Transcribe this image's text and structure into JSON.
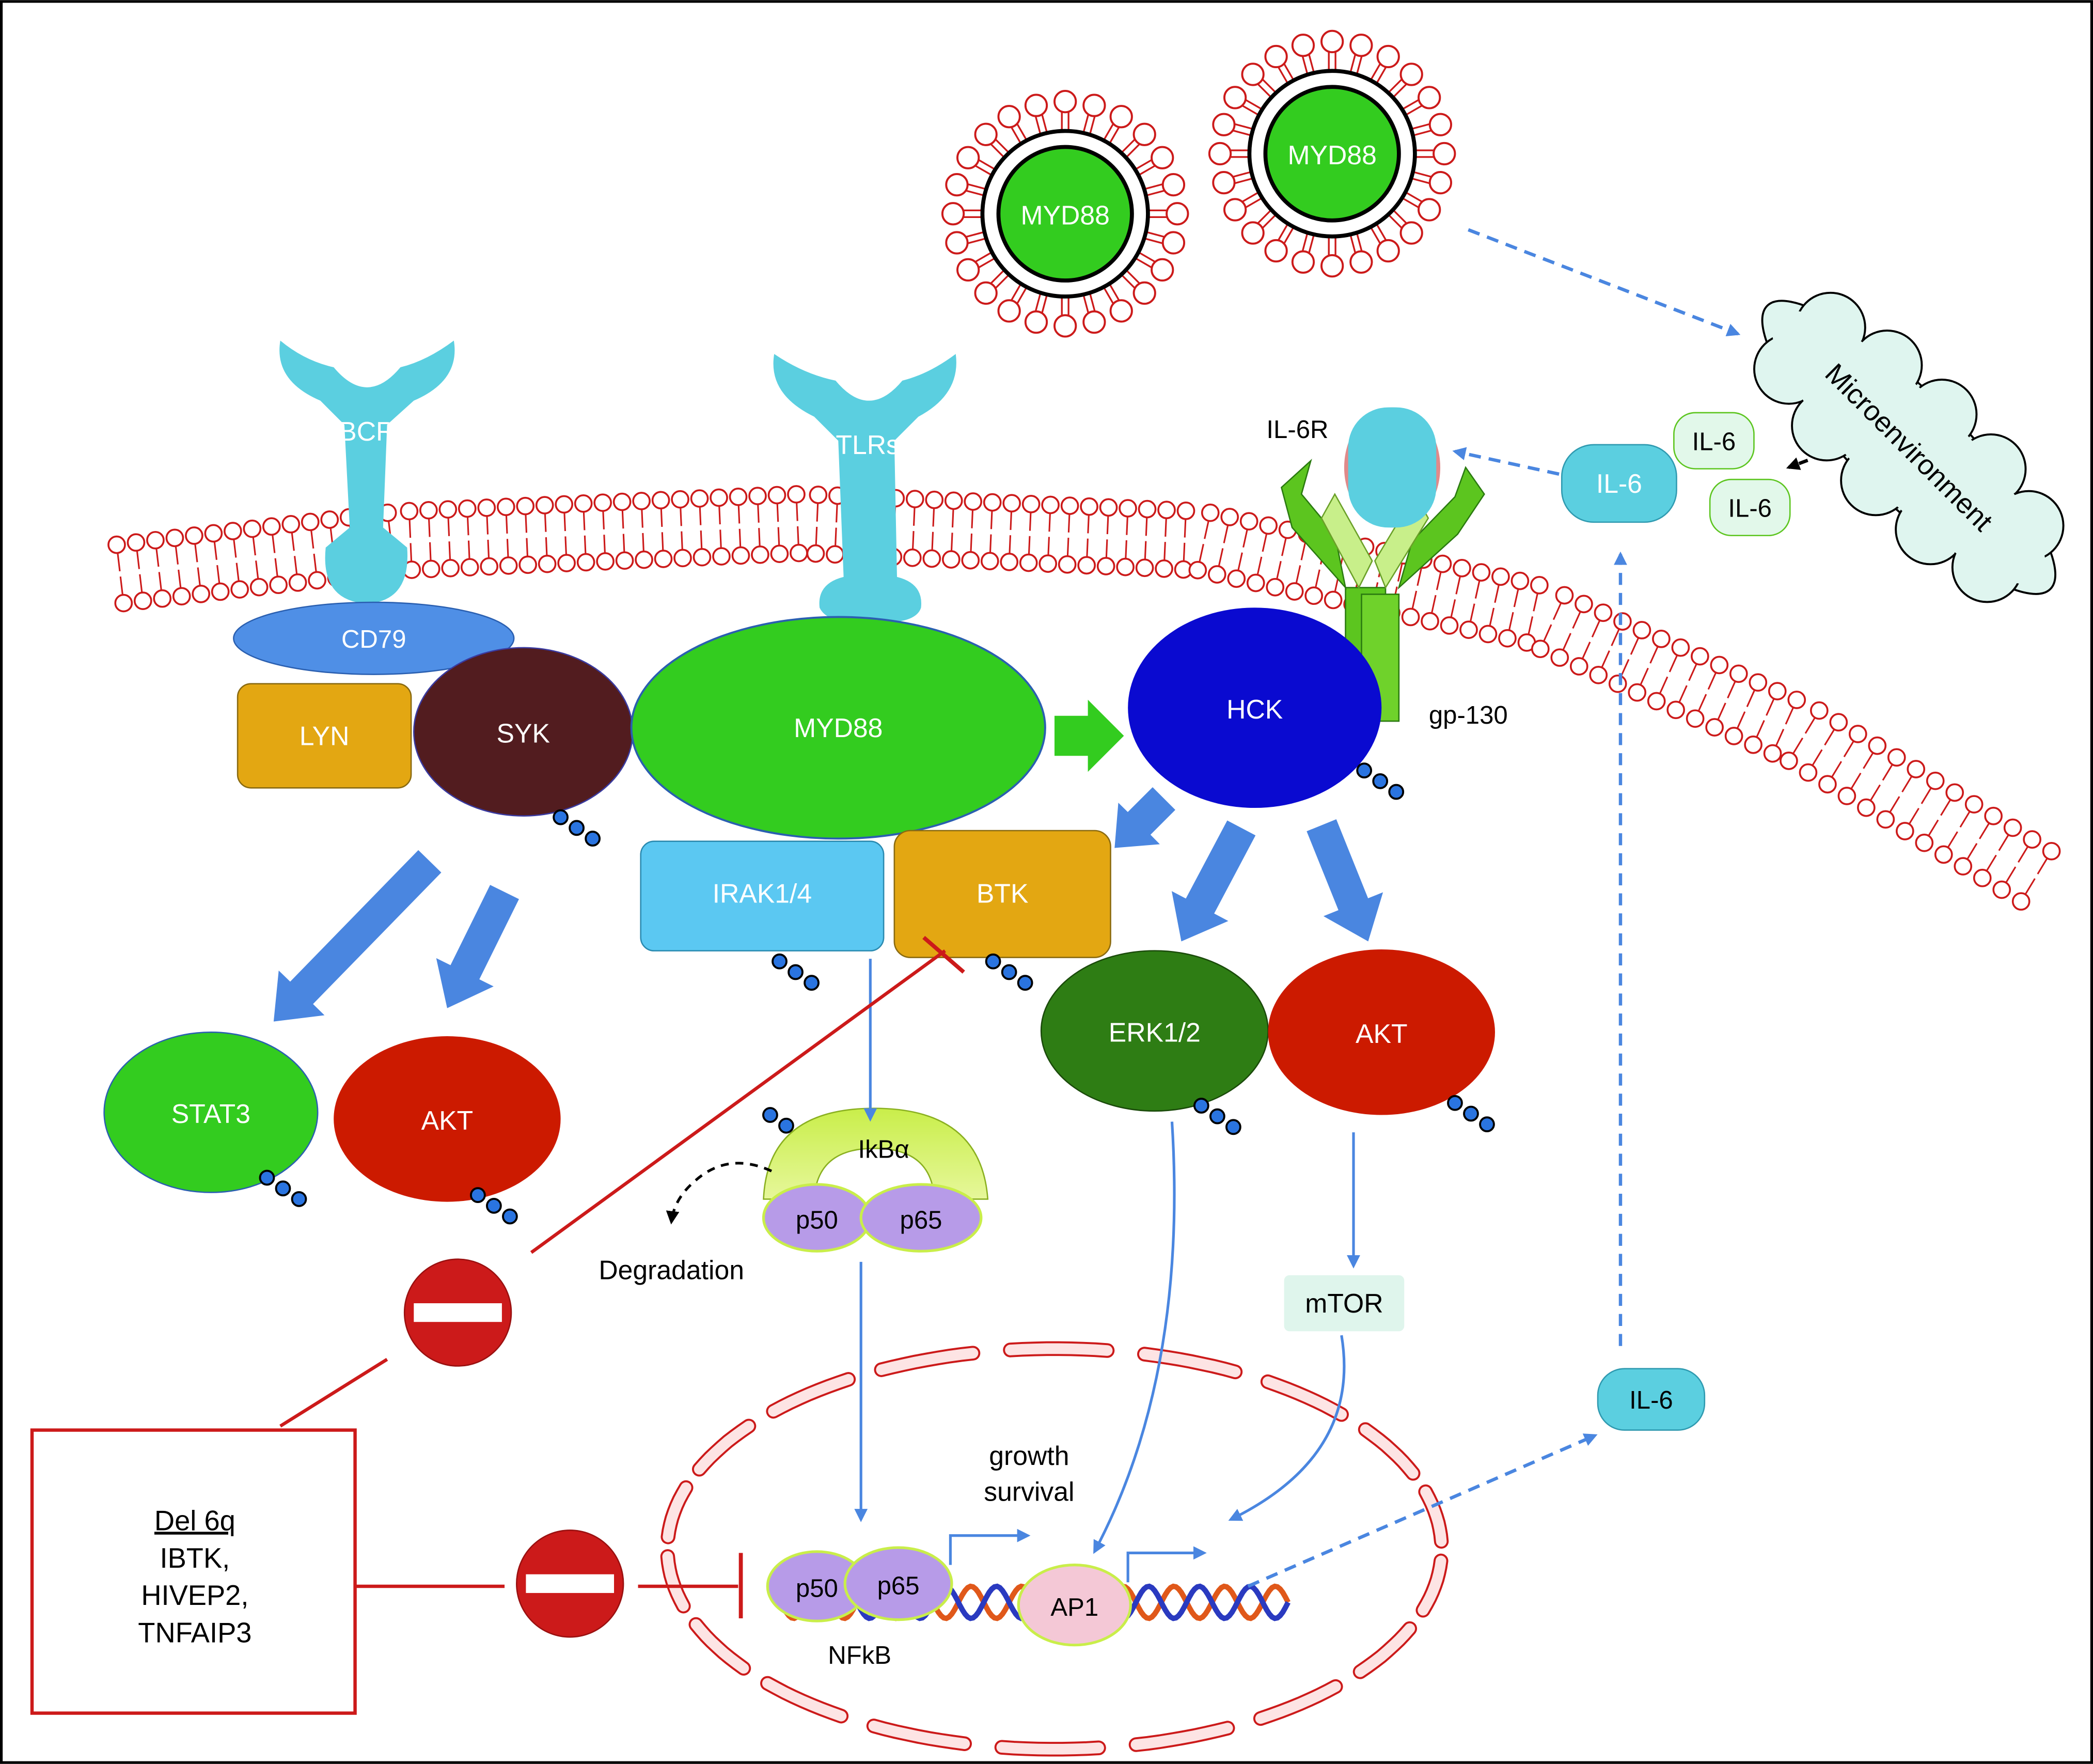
{
  "receptors": {
    "bcr": "BCR",
    "tlrs": "TLRs",
    "il6r": "IL-6R",
    "gp130": "gp-130"
  },
  "proteins": {
    "cd79": "CD79",
    "lyn": "LYN",
    "syk": "SYK",
    "myd88": "MYD88",
    "hck": "HCK",
    "irak": "IRAK1/4",
    "btk": "BTK",
    "stat3": "STAT3",
    "akt_left": "AKT",
    "erk": "ERK1/2",
    "akt_right": "AKT",
    "mtor": "mTOR"
  },
  "exosomes": {
    "left": "MYD88",
    "right": "MYD88"
  },
  "microenvironment": "Microenvironment",
  "il6": {
    "a": "IL-6",
    "b": "IL-6",
    "c": "IL-6",
    "d": "IL-6"
  },
  "nfkb_complex": {
    "ikba": "IkBα",
    "p50": "p50",
    "p65": "p65"
  },
  "nucleus": {
    "p50": "p50",
    "p65": "p65",
    "ap1": "AP1",
    "nfkb": "NFkB",
    "growth": "growth",
    "survival": "survival"
  },
  "degradation": "Degradation",
  "deletion_box": {
    "title": "Del 6q",
    "genes": [
      "IBTK,",
      "HIVEP2,",
      "TNFAIP3"
    ]
  },
  "colors": {
    "receptor": "#5bcfe0",
    "myd88_green": "#33cc1f",
    "hck_blue": "#0a0ad0",
    "syk_brown": "#521c1f",
    "lyn_gold": "#e3a712",
    "akt_red": "#cc1a00",
    "erk_green": "#2e7d14",
    "arrow_blue": "#4a86e0",
    "inhibit_red": "#cc1a1a",
    "cd79": "#4f8fe6",
    "irak": "#5bc8f2",
    "phospho": "#2a74e0"
  }
}
